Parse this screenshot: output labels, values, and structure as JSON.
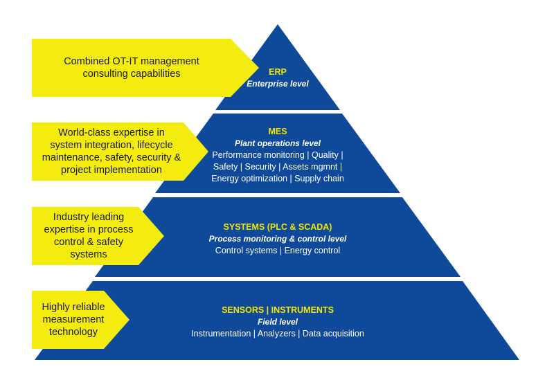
{
  "colors": {
    "pyramid_fill": "#0e4a99",
    "title_yellow": "#f5e500",
    "arrow_fill": "#f4ec0f",
    "separator": "#ffffff"
  },
  "tiers": [
    {
      "title": "ERP",
      "subtitle": "Enterprise level",
      "items": []
    },
    {
      "title": "MES",
      "subtitle": "Plant operations level",
      "items": [
        "Performance monitoring | Quality |",
        "Safety | Security | Assets mgmnt |",
        "Energy optimization | Supply chain"
      ]
    },
    {
      "title": "SYSTEMS (PLC & SCADA)",
      "subtitle": "Process monitoring & control level",
      "items": [
        "Control systems | Energy control"
      ]
    },
    {
      "title": "SENSORS | INSTRUMENTS",
      "subtitle": "Field level",
      "items": [
        "Instrumentation | Analyzers | Data acquisition"
      ]
    }
  ],
  "capabilities": [
    {
      "lines": [
        "Combined OT-IT management",
        "consulting capabilities"
      ]
    },
    {
      "lines": [
        "World-class expertise in",
        "system integration, lifecycle",
        "maintenance, safety, security &",
        "project implementation"
      ]
    },
    {
      "lines": [
        "Industry leading",
        "expertise in process",
        "control & safety",
        "systems"
      ]
    },
    {
      "lines": [
        "Highly reliable",
        "measurement",
        "technology"
      ]
    }
  ]
}
